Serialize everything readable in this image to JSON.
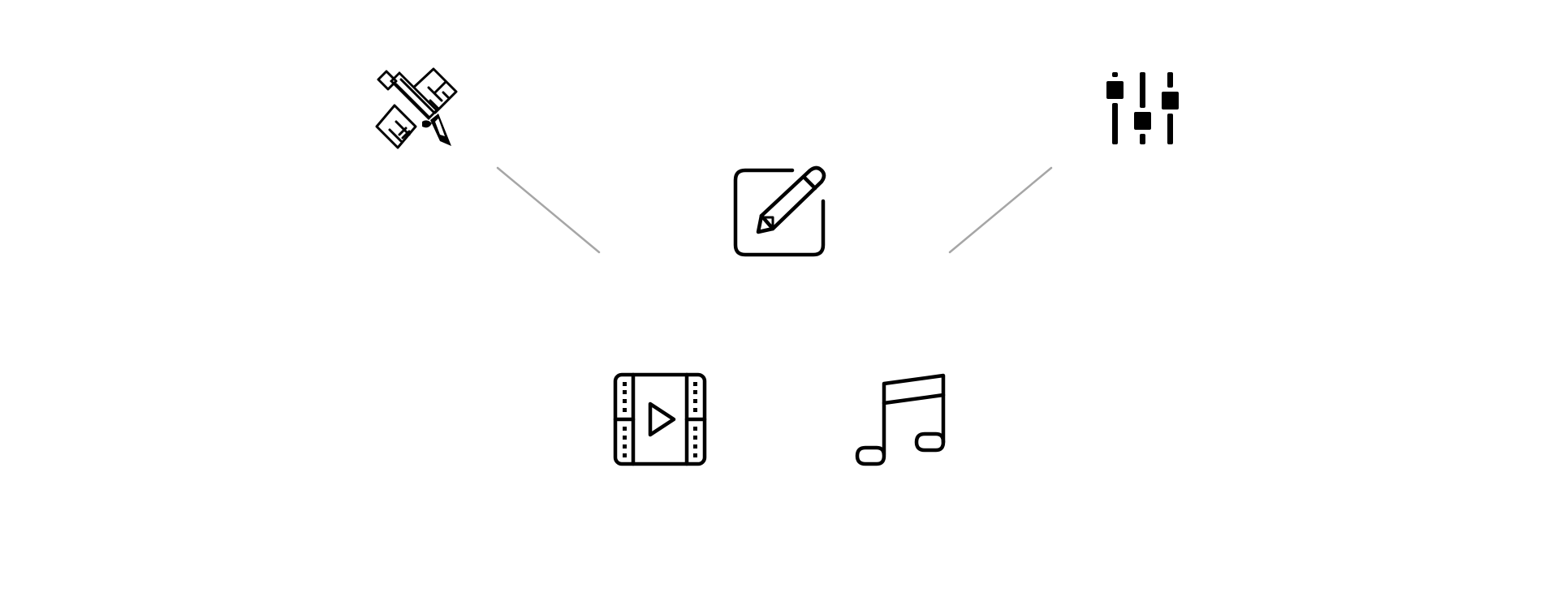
{
  "diagram": {
    "nodes": [
      {
        "id": "satellite",
        "icon": "satellite-icon"
      },
      {
        "id": "edit",
        "icon": "edit-icon"
      },
      {
        "id": "mixer",
        "icon": "sliders-icon"
      },
      {
        "id": "video",
        "icon": "film-play-icon"
      },
      {
        "id": "music",
        "icon": "music-note-icon"
      }
    ],
    "edges": [
      {
        "from": "satellite",
        "to": "edit"
      },
      {
        "from": "mixer",
        "to": "edit"
      }
    ],
    "colors": {
      "icon": "#000000",
      "connector": "#a6a6a6",
      "background": "#ffffff"
    }
  }
}
